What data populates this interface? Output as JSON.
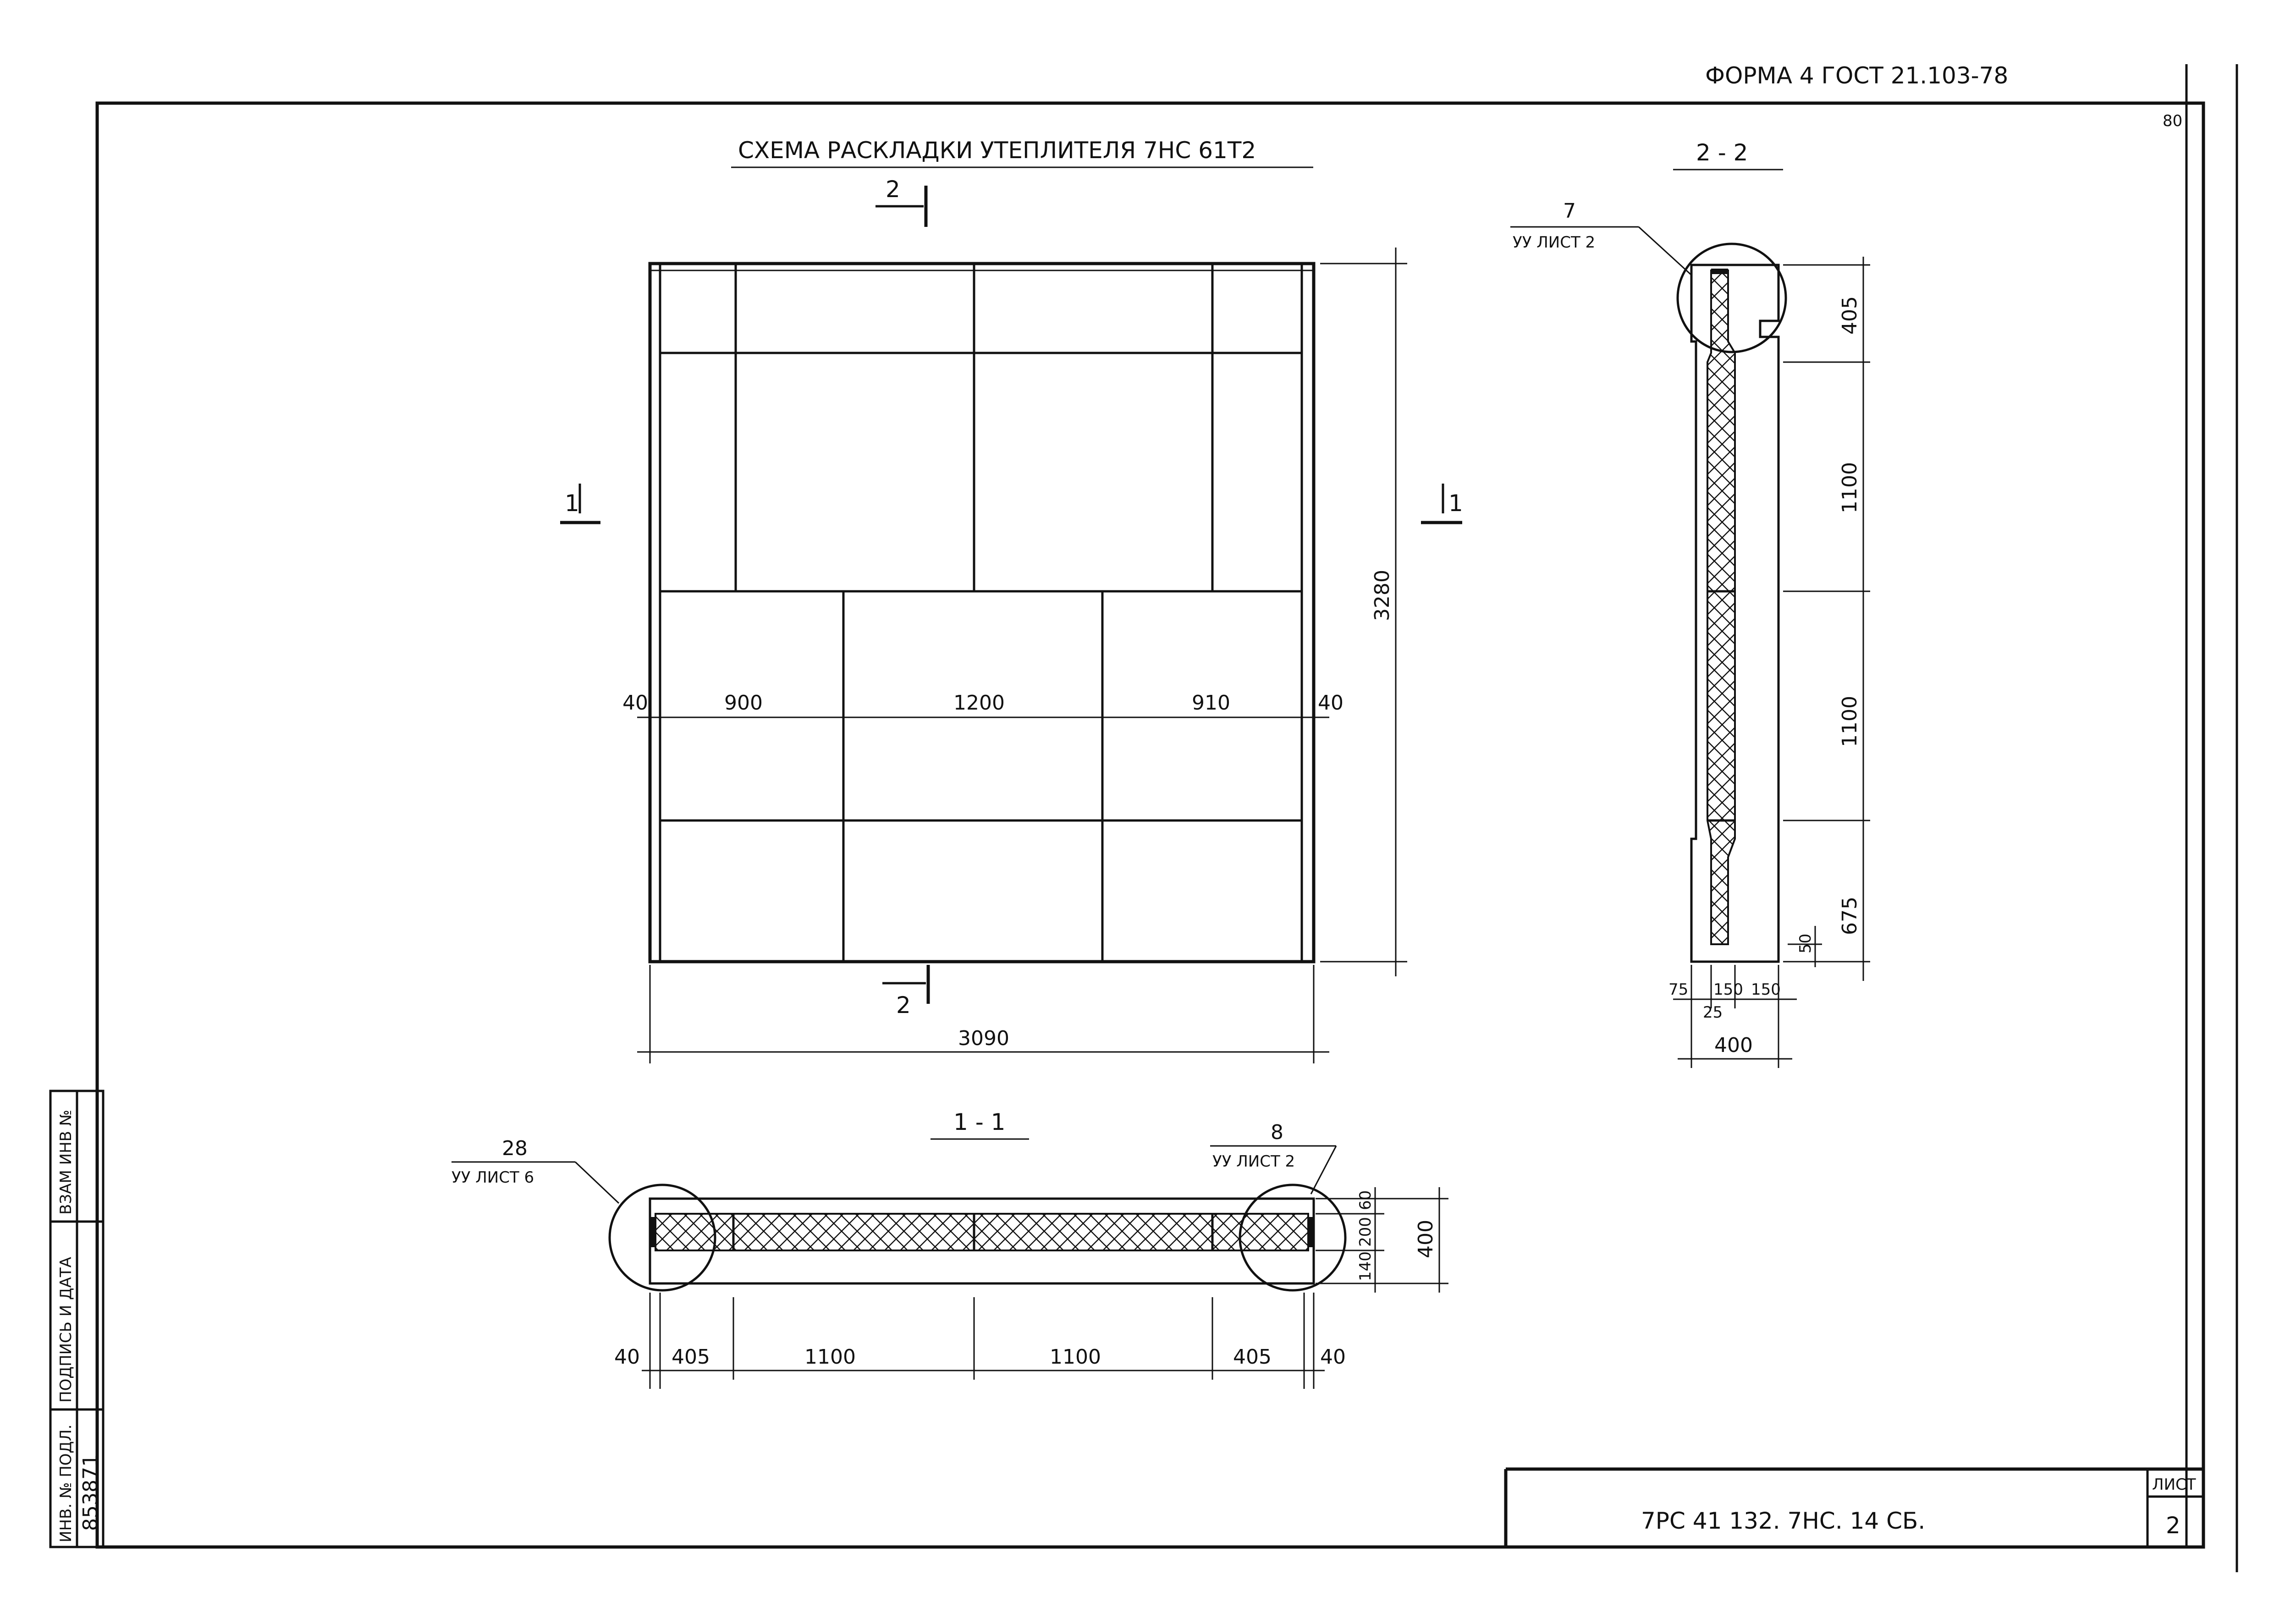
{
  "header": {
    "form_label": "ФОРМА 4  ГОСТ 21.103-78",
    "page_number": "80"
  },
  "plan": {
    "title": "СХЕМА РАСКЛАДКИ УТЕПЛИТЕЛЯ 7НС 61Т2",
    "section_2_top": "2",
    "section_2_bottom": "2",
    "section_1_left": "1",
    "section_1_right": "1",
    "dims": {
      "left_edge": "40",
      "d900": "900",
      "d1200": "1200",
      "d910": "910",
      "right_edge": "40",
      "total_width": "3090",
      "total_height": "3280"
    }
  },
  "section_1_1": {
    "title": "1 - 1",
    "callout_left_num": "28",
    "callout_left_ref": "УУ ЛИСТ 6",
    "callout_right_num": "8",
    "callout_right_ref": "УУ ЛИСТ 2",
    "dims": {
      "left_40": "40",
      "d405a": "405",
      "d1100a": "1100",
      "d1100b": "1100",
      "d405b": "405",
      "right_40": "40",
      "t60": "60",
      "t200": "200",
      "t140": "140",
      "t400": "400"
    }
  },
  "section_2_2": {
    "title": "2 - 2",
    "callout_num": "7",
    "callout_ref": "УУ ЛИСТ 2",
    "dims": {
      "d405": "405",
      "d1100a": "1100",
      "d1100b": "1100",
      "d675": "675",
      "d50": "50",
      "d75": "75",
      "d150a": "150",
      "d150b": "150",
      "d25": "25",
      "d400": "400"
    }
  },
  "side_stamp": {
    "col1": "ВЗАМ ИНВ №",
    "col2": "ПОДПИСЬ И ДАТА",
    "col3": "ИНВ. № ПОДЛ.",
    "inv_number": "853871"
  },
  "title_block": {
    "designation": "7РС 41 132. 7НС. 14 СБ.",
    "sheet_label": "ЛИСТ",
    "sheet_number": "2"
  }
}
